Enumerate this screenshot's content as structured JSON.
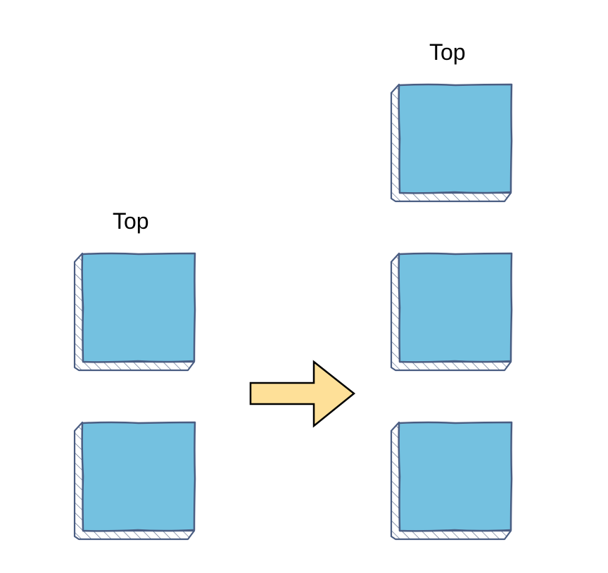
{
  "labels": {
    "left_stack_top": "Top",
    "right_stack_top": "Top"
  },
  "stacks": {
    "left": {
      "box_count": 2
    },
    "right": {
      "box_count": 3
    }
  },
  "colors": {
    "box_fill": "#74c1e0",
    "box_stroke": "#4a5d82",
    "box_side": "#ffffff",
    "hatch": "#4a5d82",
    "arrow_fill": "#fee098",
    "arrow_stroke": "#000000"
  },
  "icons": {
    "arrow": "right-arrow-icon"
  }
}
